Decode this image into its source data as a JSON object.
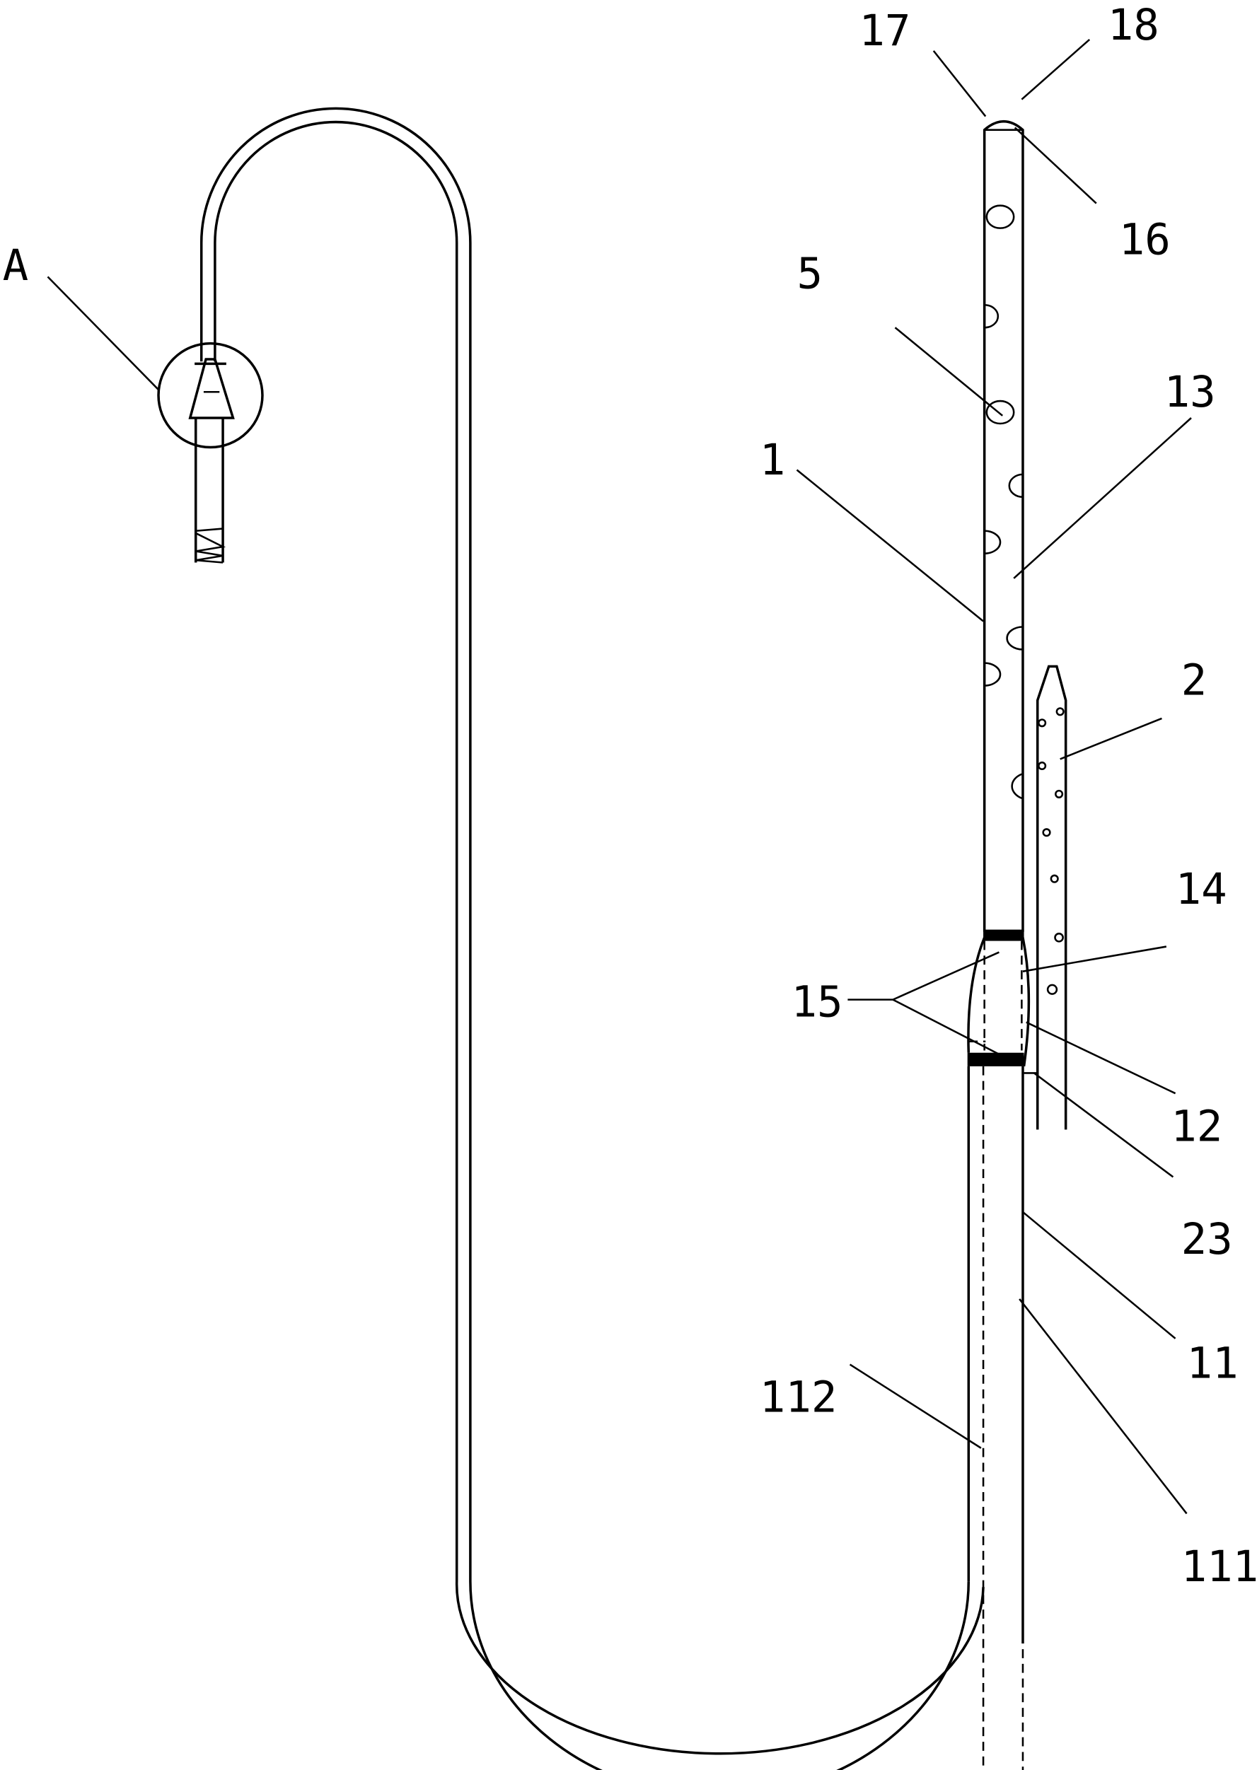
{
  "figure": {
    "labels": {
      "A": "A",
      "l1": "1",
      "l2": "2",
      "l5": "5",
      "l11": "11",
      "l12": "12",
      "l13": "13",
      "l14": "14",
      "l15": "15",
      "l16": "16",
      "l17": "17",
      "l18": "18",
      "l23": "23",
      "l111": "111",
      "l112": "112"
    },
    "colors": {
      "line": "#000000",
      "background": "#ffffff"
    }
  }
}
